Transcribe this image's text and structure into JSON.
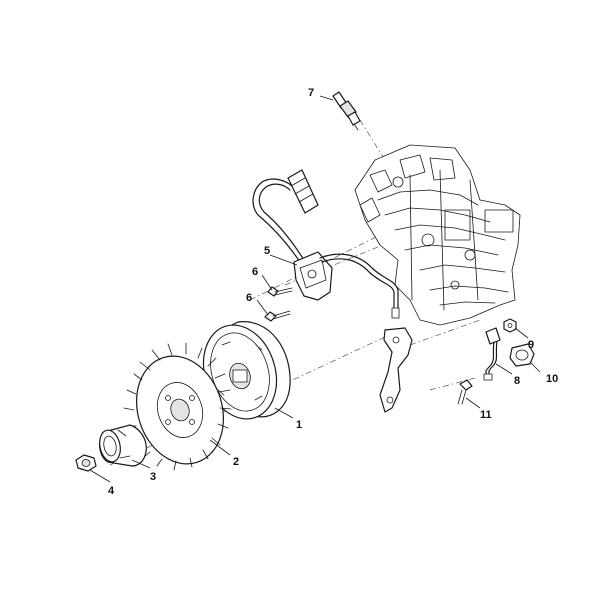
{
  "callouts": [
    {
      "id": "1",
      "label": "1"
    },
    {
      "id": "2",
      "label": "2"
    },
    {
      "id": "3",
      "label": "3"
    },
    {
      "id": "4",
      "label": "4"
    },
    {
      "id": "5",
      "label": "5"
    },
    {
      "id": "6a",
      "label": "6"
    },
    {
      "id": "6b",
      "label": "6"
    },
    {
      "id": "7",
      "label": "7"
    },
    {
      "id": "8",
      "label": "8"
    },
    {
      "id": "9",
      "label": "9"
    },
    {
      "id": "10",
      "label": "10"
    },
    {
      "id": "11",
      "label": "11"
    }
  ]
}
